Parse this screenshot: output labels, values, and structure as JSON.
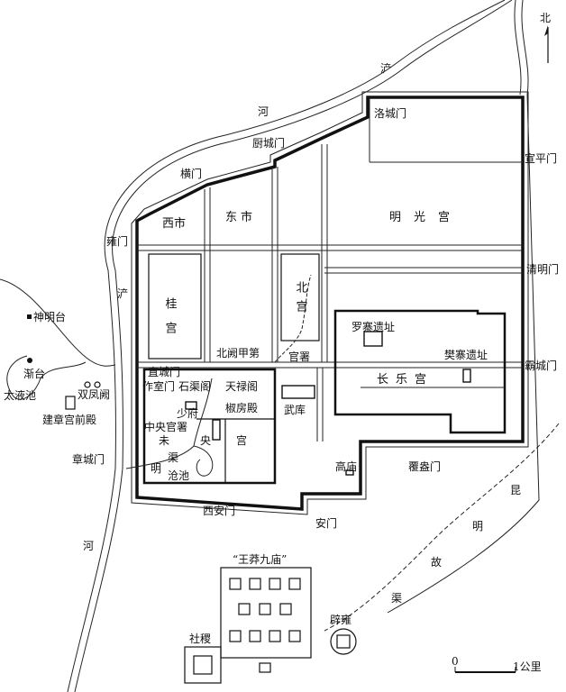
{
  "compass": {
    "label": "北"
  },
  "rivers": {
    "top1": "浐",
    "top2": "河",
    "left": "浐",
    "bottom": "河",
    "canal": [
      "昆",
      "明",
      "故",
      "渠"
    ]
  },
  "gates": {
    "luocheng": "洛城门",
    "chucheng": "厨城门",
    "heng": "横门",
    "xuanping": "宣平门",
    "yong": "雍门",
    "qingming": "清明门",
    "bacheng": "霸城门",
    "zhicheng": "直城门",
    "zuoshi": "作室门",
    "zhangcheng": "章城门",
    "xian": "西安门",
    "an": "安门",
    "fuang": "覆盎门"
  },
  "districts": {
    "xishi": "西市",
    "dongshi": "东市",
    "mingguang": "明光宫",
    "gui": "桂宫",
    "bei": "北宫",
    "beique": "北阙甲第",
    "guanshu": "官署",
    "luozhai": "罗寨遗址",
    "fanzhai": "樊寨遗址",
    "changle": "长乐宫",
    "wuku": "武库",
    "gaomiao": "高庙"
  },
  "weiyang": {
    "tianlu": "天禄阁",
    "shiqu": "石渠阁",
    "jiaofang": "椒房殿",
    "shaofu": "少府",
    "zhongyang": "中央官署",
    "wei": "未",
    "yang": "央",
    "gong": "宫",
    "ming": "明",
    "qu": "渠",
    "cangchi": "沧池"
  },
  "jianzhang": {
    "shenming": "神明台",
    "jiantai": "渐台",
    "taiye": "太液池",
    "shuangfeng": "双凤阙",
    "qiandian": "建章宫前殿"
  },
  "south": {
    "jiumiao": "“王莽九庙”",
    "biyong": "辟雍",
    "sheji": "社稷"
  },
  "scale": {
    "zero": "0",
    "one": "1公里"
  }
}
